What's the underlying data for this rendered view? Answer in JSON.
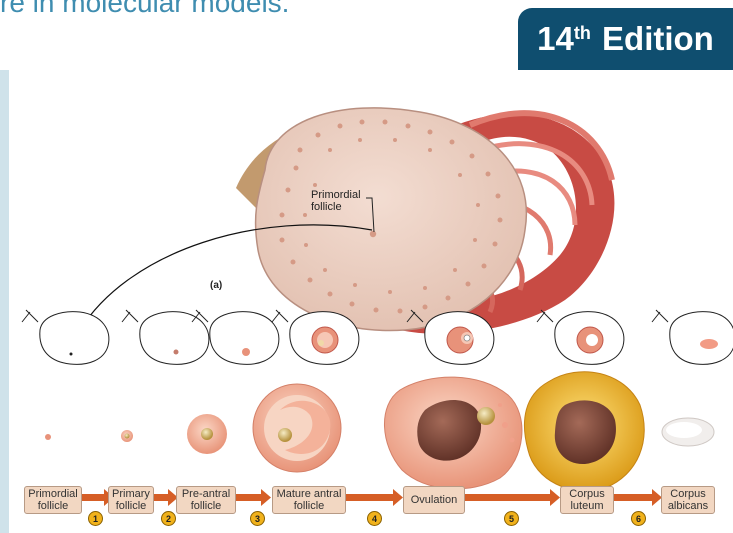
{
  "header": {
    "top_text": "re in molecular models.",
    "edition_number": "14",
    "edition_suffix": "th",
    "edition_word": "Edition"
  },
  "figure": {
    "panel_label": "(a)",
    "callout_label": "Primordial\nfollicle",
    "stages": [
      {
        "label": "Primordial follicle"
      },
      {
        "label": "Primary follicle"
      },
      {
        "label": "Pre-antral follicle"
      },
      {
        "label": "Mature antral follicle"
      },
      {
        "label": "Ovulation"
      },
      {
        "label": "Corpus luteum"
      },
      {
        "label": "Corpus albicans"
      }
    ],
    "steps": [
      "1",
      "2",
      "3",
      "4",
      "5",
      "6"
    ]
  },
  "colors": {
    "brand_blue": "#0f4e6f",
    "heading_blue": "#3f8db0",
    "arrow_orange": "#d65e26",
    "step_badge": "#f1b21c",
    "stage_box": "#f2d7c2"
  }
}
